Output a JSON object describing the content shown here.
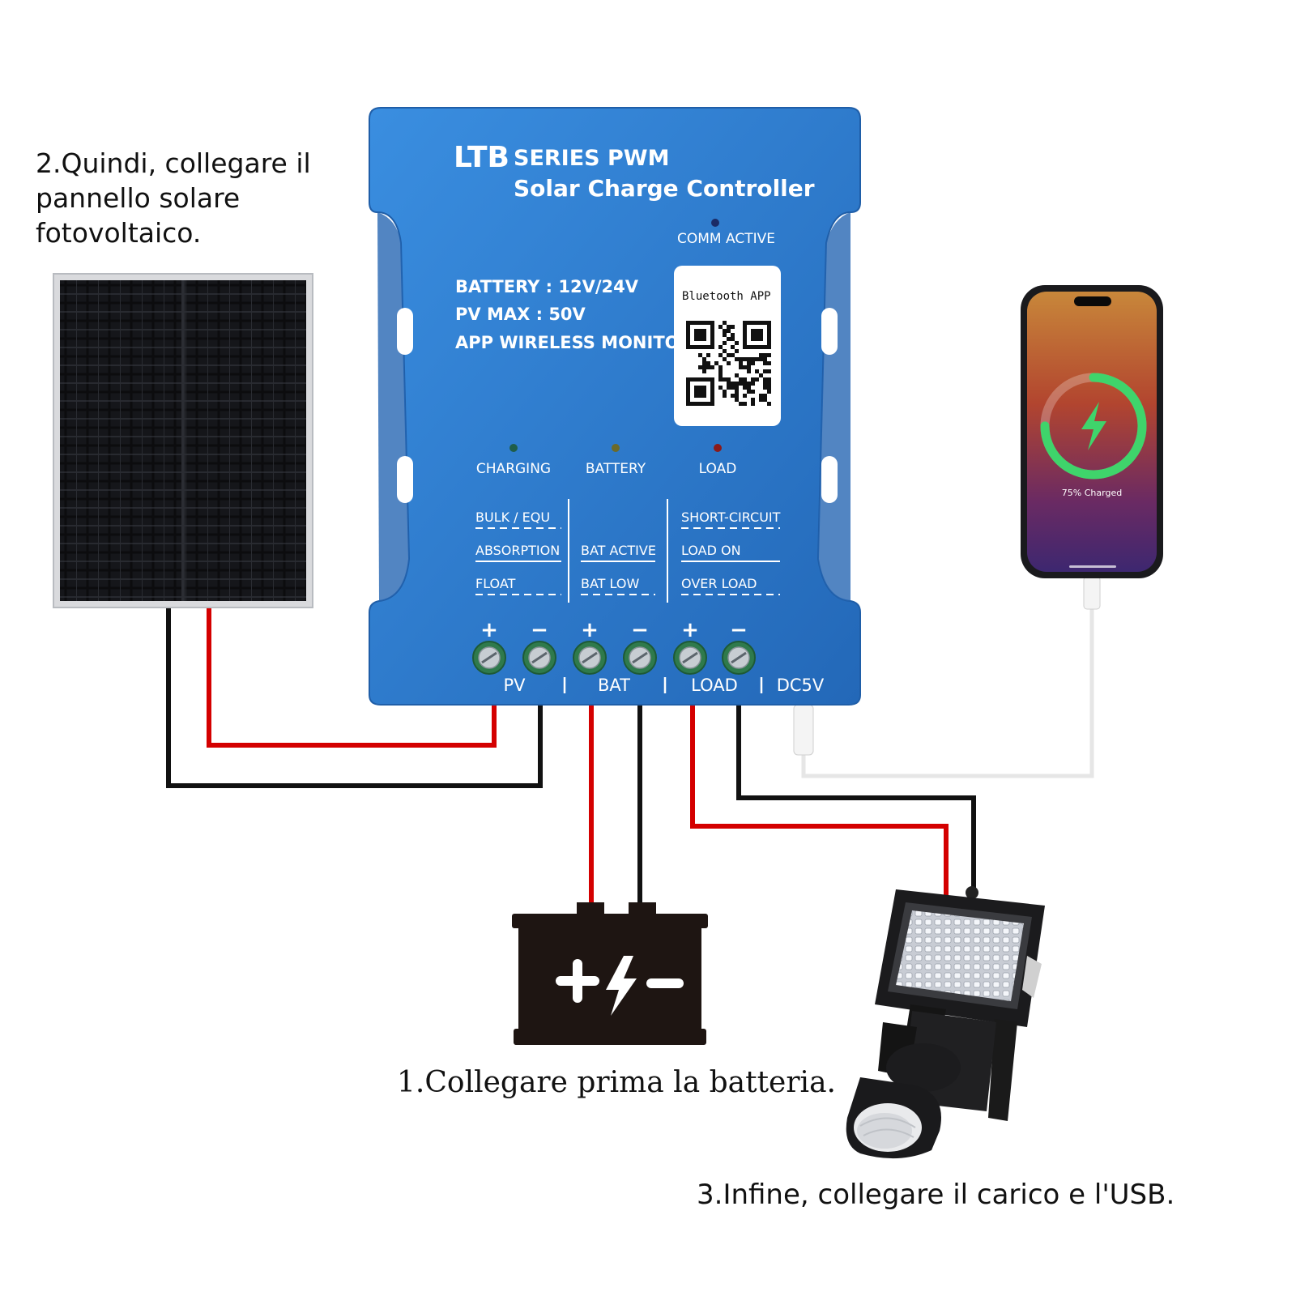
{
  "captions": {
    "step1": "1.Collegare prima la batteria.",
    "step2": "2.Quindi, collegare il pannello solare fotovoltaico.",
    "step3": "3.Infine, collegare il carico e l'USB."
  },
  "controller": {
    "brand": "LTB",
    "series": "SERIES PWM",
    "product": "Solar Charge Controller",
    "comm_active": "COMM ACTIVE",
    "spec_battery": "BATTERY : 12V/24V",
    "spec_pv_max": "PV MAX : 50V",
    "spec_app": "APP WIRELESS MONITOR",
    "qr_label": "Bluetooth APP",
    "indicators": [
      {
        "label": "CHARGING",
        "color": "#1f5e4a"
      },
      {
        "label": "BATTERY",
        "color": "#6b6a2a"
      },
      {
        "label": "LOAD",
        "color": "#8a1a1a"
      }
    ],
    "status": {
      "col1": [
        "BULK / EQU",
        "ABSORPTION",
        "FLOAT"
      ],
      "col2": [
        "BAT ACTIVE",
        "BAT LOW"
      ],
      "col3": [
        "SHORT-CIRCUIT",
        "LOAD ON",
        "OVER LOAD"
      ]
    },
    "terminal_signs": [
      "+",
      "−",
      "+",
      "−",
      "+",
      "−"
    ],
    "terminal_groups": [
      "PV",
      "BAT",
      "LOAD",
      "DC5V"
    ]
  },
  "phone": {
    "charge_text": "75% Charged",
    "charge_level": 0.75
  },
  "colors": {
    "controller_blue": "#2f7fd0",
    "wire_red": "#d40000",
    "wire_black": "#111111",
    "battery_body": "#1e1512",
    "charge_ring": "#3fd46b"
  }
}
